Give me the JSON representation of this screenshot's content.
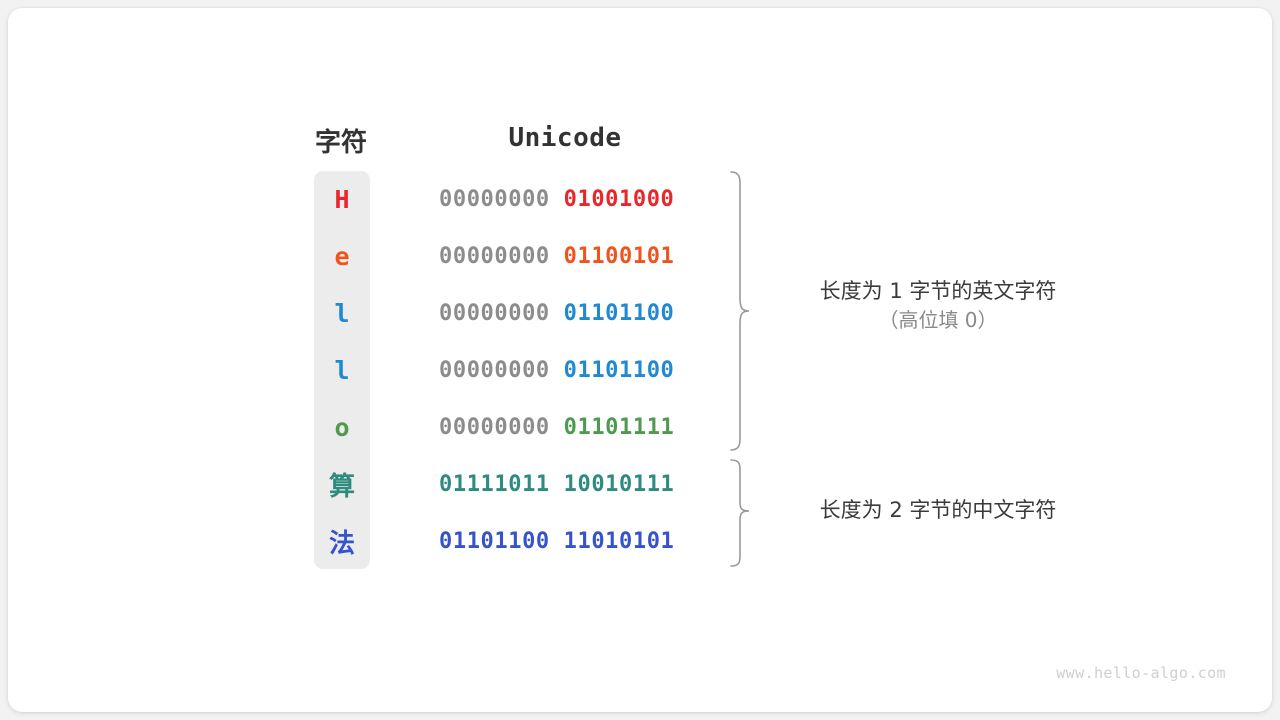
{
  "headers": {
    "char": "字符",
    "unicode": "Unicode"
  },
  "colors": {
    "zero_padding": "#8c8c8c",
    "H": "#e8272c",
    "e": "#f0541e",
    "l": "#2189cf",
    "o": "#4f9a51",
    "suan": "#2e8b80",
    "fa": "#3753cc",
    "panel_bg": "#ececec",
    "brace": "#9a9a9a",
    "annotation_main": "#3a3a3a",
    "annotation_sub": "#8a8a8a",
    "header_text": "#333333",
    "watermark": "#cfcfcf",
    "card_bg": "#ffffff",
    "page_bg": "#f2f2f2"
  },
  "rows": [
    {
      "char": "H",
      "cjk": false,
      "color": "#e8272c",
      "high_byte": "00000000",
      "low_byte": "01001000",
      "high_is_padding": true
    },
    {
      "char": "e",
      "cjk": false,
      "color": "#f0541e",
      "high_byte": "00000000",
      "low_byte": "01100101",
      "high_is_padding": true
    },
    {
      "char": "l",
      "cjk": false,
      "color": "#2189cf",
      "high_byte": "00000000",
      "low_byte": "01101100",
      "high_is_padding": true
    },
    {
      "char": "l",
      "cjk": false,
      "color": "#2189cf",
      "high_byte": "00000000",
      "low_byte": "01101100",
      "high_is_padding": true
    },
    {
      "char": "o",
      "cjk": false,
      "color": "#4f9a51",
      "high_byte": "00000000",
      "low_byte": "01101111",
      "high_is_padding": true
    },
    {
      "char": "算",
      "cjk": true,
      "color": "#2e8b80",
      "high_byte": "01111011",
      "low_byte": "10010111",
      "high_is_padding": false
    },
    {
      "char": "法",
      "cjk": true,
      "color": "#3753cc",
      "high_byte": "01101100",
      "low_byte": "11010101",
      "high_is_padding": false
    }
  ],
  "annotations": [
    {
      "main": "长度为 1 字节的英文字符",
      "sub": "（高位填 0）"
    },
    {
      "main": "长度为 2 字节的中文字符",
      "sub": ""
    }
  ],
  "watermark": "www.hello-algo.com"
}
